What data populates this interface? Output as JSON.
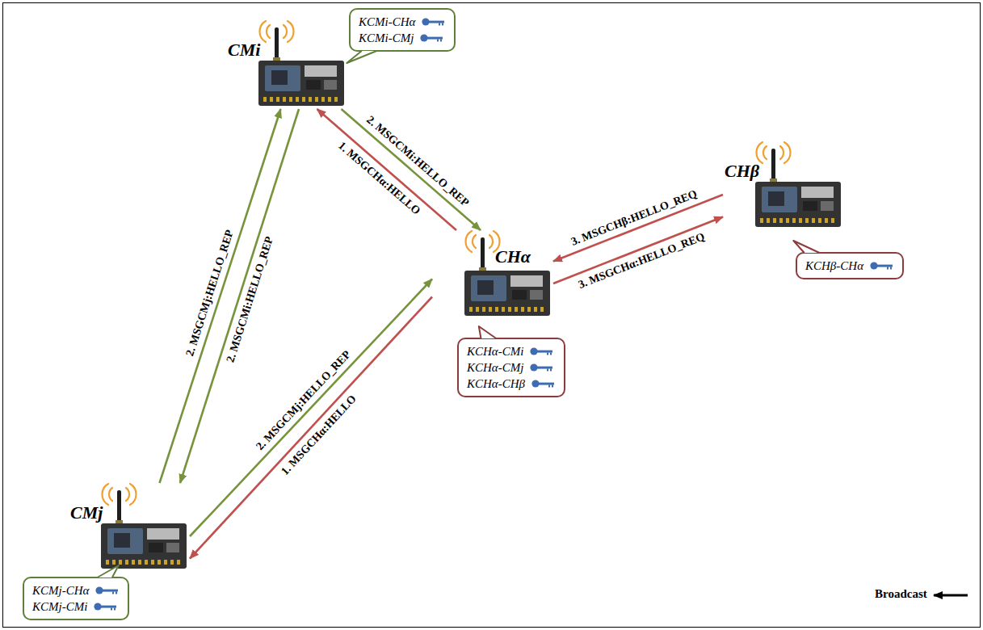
{
  "diagram": {
    "nodes": [
      {
        "text": [
          "CMi"
        ]
      },
      {
        "text": [
          "KCMi-CHα",
          "KCMi-CMj"
        ]
      },
      {
        "text": [
          "CHα"
        ]
      },
      {
        "text": [
          "KCHα-CMi",
          "KCHα-CMj",
          "KCHα-CHβ"
        ]
      },
      {
        "text": [
          "CHβ"
        ]
      },
      {
        "text": [
          "KCHβ-CHα"
        ]
      },
      {
        "text": [
          "CMj"
        ]
      },
      {
        "text": [
          "KCMj-CHα",
          "KCMj-CMi"
        ]
      }
    ],
    "edges": [
      {
        "from": 2,
        "to": 0,
        "label": "1. MSGCHα:HELLO",
        "arrow": "to"
      },
      {
        "from": 2,
        "to": 6,
        "label": "1. MSGCHα:HELLO",
        "arrow": "to"
      },
      {
        "from": 0,
        "to": 2,
        "label": "2. MSGCMi:HELLO_REP",
        "arrow": "to"
      },
      {
        "from": 6,
        "to": 2,
        "label": "2. MSGCMj:HELLO_REP",
        "arrow": "to"
      },
      {
        "from": 6,
        "to": 0,
        "label": "2. MSGCMj:HELLO_REP",
        "arrow": "to"
      },
      {
        "from": 0,
        "to": 6,
        "label": "2. MSGCMi:HELLO_REP",
        "arrow": "to"
      },
      {
        "from": 4,
        "to": 2,
        "label": "3. MSGCHβ:HELLO_REQ",
        "arrow": "to"
      },
      {
        "from": 2,
        "to": 4,
        "label": "3. MSGCHα:HELLO_REQ",
        "arrow": "to"
      }
    ],
    "legend": [
      {
        "text": "Broadcast"
      }
    ]
  }
}
